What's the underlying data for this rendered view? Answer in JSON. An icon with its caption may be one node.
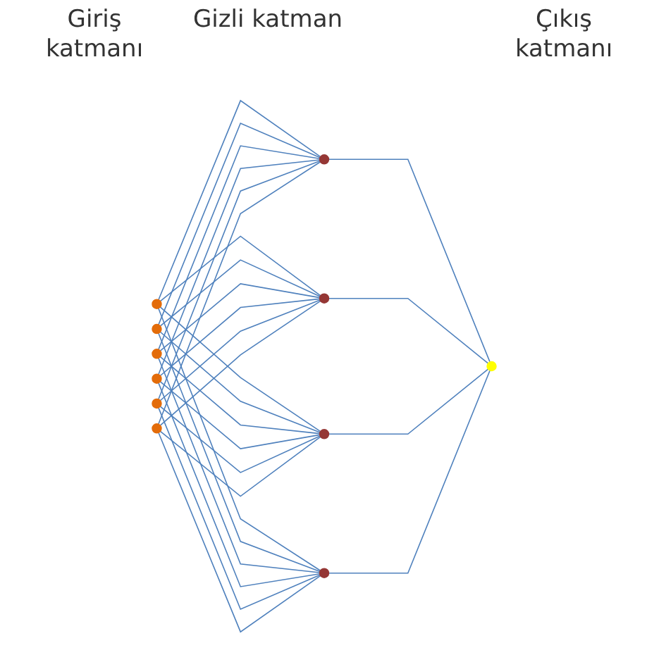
{
  "diagram": {
    "nodes": [
      {
        "text": [],
        "shape": "circle"
      },
      {
        "text": [],
        "shape": "circle"
      },
      {
        "text": [],
        "shape": "circle"
      },
      {
        "text": [],
        "shape": "circle"
      },
      {
        "text": [],
        "shape": "circle"
      },
      {
        "text": [],
        "shape": "circle"
      },
      {
        "text": [],
        "shape": "circle"
      },
      {
        "text": [],
        "shape": "circle"
      },
      {
        "text": [],
        "shape": "circle"
      },
      {
        "text": [],
        "shape": "circle"
      },
      {
        "text": [],
        "shape": "circle"
      }
    ],
    "edges": [
      {
        "from": 0,
        "to": 6,
        "arrow": "none"
      },
      {
        "from": 0,
        "to": 7,
        "arrow": "none"
      },
      {
        "from": 0,
        "to": 8,
        "arrow": "none"
      },
      {
        "from": 0,
        "to": 9,
        "arrow": "none"
      },
      {
        "from": 1,
        "to": 6,
        "arrow": "none"
      },
      {
        "from": 1,
        "to": 7,
        "arrow": "none"
      },
      {
        "from": 1,
        "to": 8,
        "arrow": "none"
      },
      {
        "from": 1,
        "to": 9,
        "arrow": "none"
      },
      {
        "from": 2,
        "to": 6,
        "arrow": "none"
      },
      {
        "from": 2,
        "to": 7,
        "arrow": "none"
      },
      {
        "from": 2,
        "to": 8,
        "arrow": "none"
      },
      {
        "from": 2,
        "to": 9,
        "arrow": "none"
      },
      {
        "from": 3,
        "to": 6,
        "arrow": "none"
      },
      {
        "from": 3,
        "to": 7,
        "arrow": "none"
      },
      {
        "from": 3,
        "to": 8,
        "arrow": "none"
      },
      {
        "from": 3,
        "to": 9,
        "arrow": "none"
      },
      {
        "from": 4,
        "to": 6,
        "arrow": "none"
      },
      {
        "from": 4,
        "to": 7,
        "arrow": "none"
      },
      {
        "from": 4,
        "to": 8,
        "arrow": "none"
      },
      {
        "from": 4,
        "to": 9,
        "arrow": "none"
      },
      {
        "from": 5,
        "to": 6,
        "arrow": "none"
      },
      {
        "from": 5,
        "to": 7,
        "arrow": "none"
      },
      {
        "from": 5,
        "to": 8,
        "arrow": "none"
      },
      {
        "from": 5,
        "to": 9,
        "arrow": "none"
      },
      {
        "from": 6,
        "to": 10,
        "arrow": "none"
      },
      {
        "from": 7,
        "to": 10,
        "arrow": "none"
      },
      {
        "from": 8,
        "to": 10,
        "arrow": "none"
      },
      {
        "from": 9,
        "to": 10,
        "arrow": "none"
      }
    ],
    "labels": [
      "Giriş katmanı",
      "Gizli katman",
      "Çıkış katmanı"
    ]
  }
}
